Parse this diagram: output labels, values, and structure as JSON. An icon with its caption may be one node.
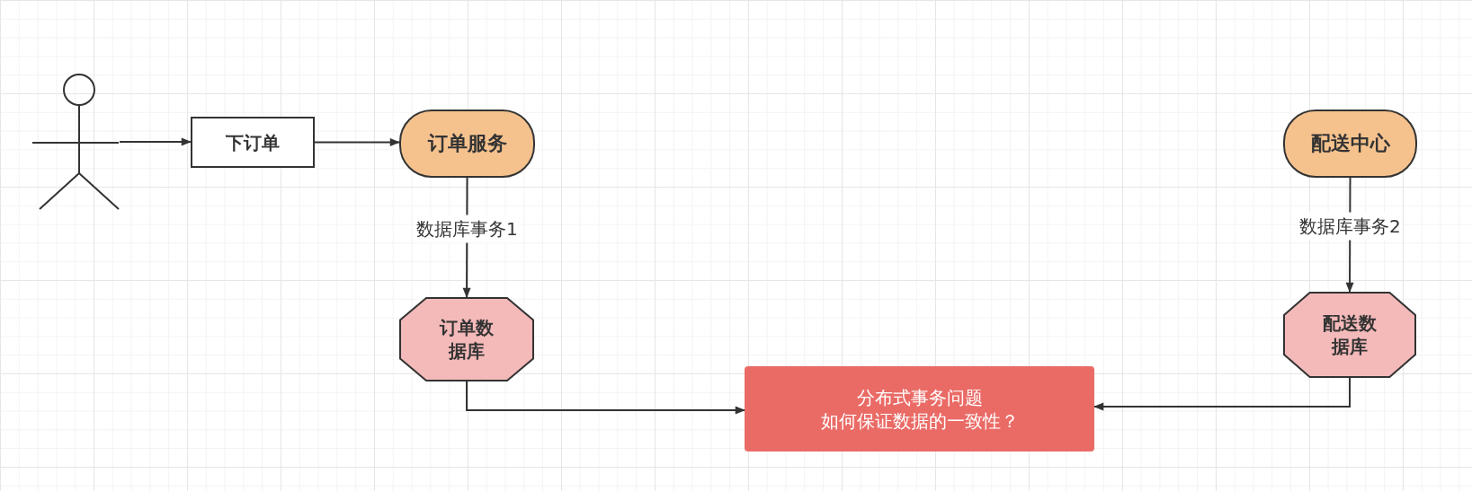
{
  "diagram": {
    "nodes": [
      {
        "text": [],
        "shape": "person"
      },
      {
        "text": [
          "下订单"
        ]
      },
      {
        "text": [
          "订单服务"
        ]
      },
      {
        "text": [
          "订单数据库"
        ]
      },
      {
        "text": [
          "分布式事务问题",
          "如何保证数据的一致性？"
        ]
      },
      {
        "text": [
          "配送中心"
        ]
      },
      {
        "text": [
          "配送数据库"
        ]
      }
    ],
    "edges": [
      {
        "from": 0,
        "to": 1,
        "arrow": "to"
      },
      {
        "from": 1,
        "to": 2,
        "arrow": "to"
      },
      {
        "from": 2,
        "to": 3,
        "arrow": "to",
        "label": "数据库事务1"
      },
      {
        "from": 5,
        "to": 6,
        "arrow": "to",
        "label": "数据库事务2"
      },
      {
        "from": 3,
        "to": 4,
        "arrow": "to"
      },
      {
        "from": 6,
        "to": 4,
        "arrow": "to"
      }
    ]
  }
}
